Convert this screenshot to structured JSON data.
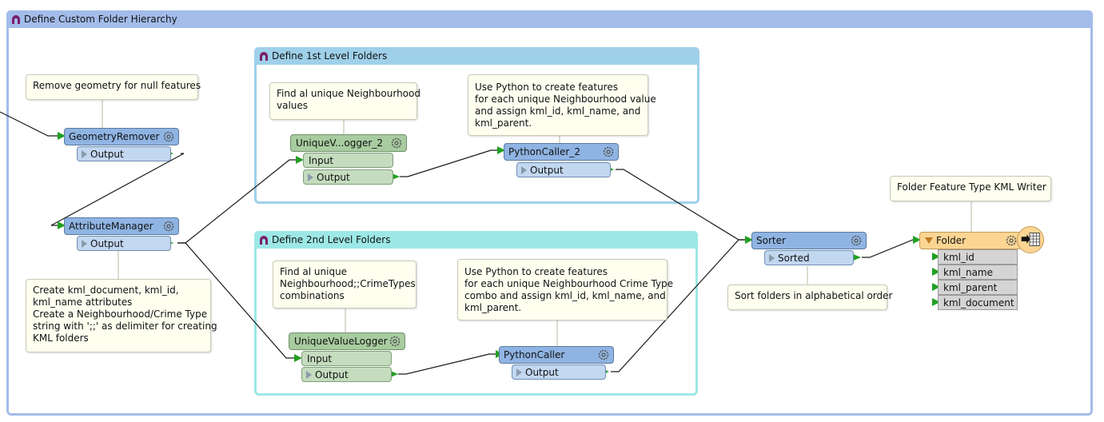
{
  "bookmarks": {
    "outer": {
      "title": "Define Custom Folder Hierarchy"
    },
    "first": {
      "title": "Define 1st Level Folders"
    },
    "second": {
      "title": "Define 2nd Level Folders"
    }
  },
  "annotations": {
    "remove_geometry": [
      "Remove geometry for null features"
    ],
    "find_unique_1": [
      "Find al unique Neighbourhood",
      "values"
    ],
    "python_1": [
      "Use Python to create features",
      "for each unique Neighbourhood value",
      "and assign kml_id, kml_name, and",
      "kml_parent."
    ],
    "kml_writer": [
      "Folder Feature Type KML Writer"
    ],
    "create_kml": [
      "Create kml_document, kml_id,",
      "kml_name attributes",
      "Create a Neighbourhood/Crime Type",
      "string with ';;' as delimiter for creating",
      "KML folders"
    ],
    "find_unique_2": [
      "Find al unique",
      "Neighbourhood;;CrimeTypes",
      "combinations"
    ],
    "python_2": [
      "Use Python to create features",
      "for each unique Neighbourhood Crime Type",
      "combo and assign kml_id, kml_name, and",
      "kml_parent."
    ],
    "sorter_note": [
      "Sort folders in alphabetical order"
    ]
  },
  "transformers": {
    "geometry_remover": {
      "name": "GeometryRemover",
      "output": "Output"
    },
    "attribute_manager": {
      "name": "AttributeManager",
      "output": "Output"
    },
    "unique_logger_2": {
      "name": "UniqueV...ogger_2",
      "input": "Input",
      "output": "Output"
    },
    "python_caller_2": {
      "name": "PythonCaller_2",
      "output": "Output"
    },
    "unique_logger": {
      "name": "UniqueValueLogger",
      "input": "Input",
      "output": "Output"
    },
    "python_caller": {
      "name": "PythonCaller",
      "output": "Output"
    },
    "sorter": {
      "name": "Sorter",
      "output": "Sorted"
    }
  },
  "writer": {
    "name": "Folder",
    "attributes": [
      "kml_id",
      "kml_name",
      "kml_parent",
      "kml_document"
    ]
  },
  "colors": {
    "outer_header": "#a3bcea",
    "first_header": "#9fd0ea",
    "second_header": "#9de8e6",
    "transformer": "#8fb4e3",
    "logger": "#a8cca0",
    "writer": "#fcd593",
    "connector_arrow": "#22a022"
  }
}
